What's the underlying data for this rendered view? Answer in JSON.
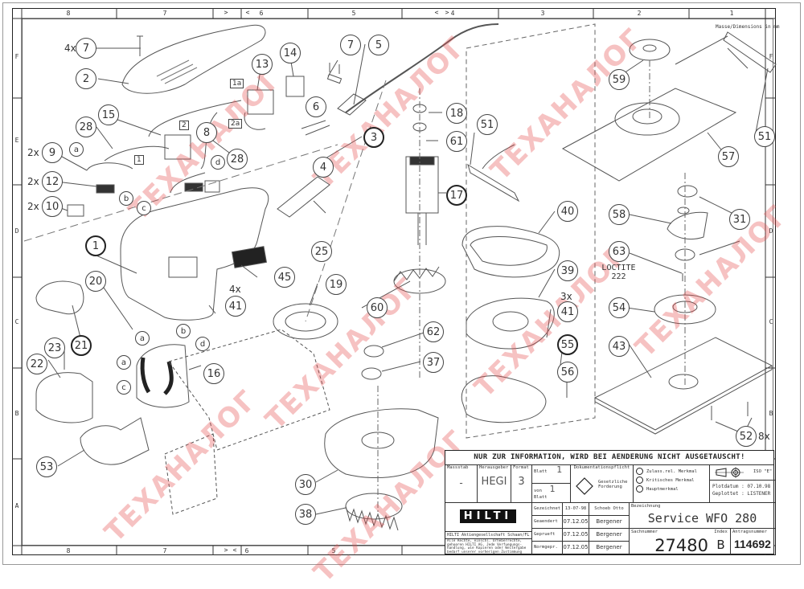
{
  "drawing": {
    "title": "Service WFO 280",
    "units_note": "Masse/Dimensions in mm",
    "notes": [
      "LOCTITE",
      "222"
    ]
  },
  "zones": {
    "columns": [
      "8",
      "7",
      "6",
      "5",
      "4",
      "3",
      "2",
      "1"
    ],
    "rows": [
      "F",
      "E",
      "D",
      "C",
      "B",
      "A"
    ],
    "markers": {
      "left": ">",
      "right": "<"
    }
  },
  "callouts": [
    {
      "id": "7",
      "qty": "4x"
    },
    {
      "id": "2"
    },
    {
      "id": "15"
    },
    {
      "id": "28"
    },
    {
      "id": "9",
      "qty": "2x"
    },
    {
      "id": "12",
      "qty": "2x"
    },
    {
      "id": "10",
      "qty": "2x"
    },
    {
      "id": "8"
    },
    {
      "id": "13"
    },
    {
      "id": "14"
    },
    {
      "id": "7b"
    },
    {
      "id": "6"
    },
    {
      "id": "5"
    },
    {
      "id": "3"
    },
    {
      "id": "4"
    },
    {
      "id": "28b"
    },
    {
      "id": "18"
    },
    {
      "id": "61"
    },
    {
      "id": "17"
    },
    {
      "id": "51"
    },
    {
      "id": "59"
    },
    {
      "id": "57"
    },
    {
      "id": "51b"
    },
    {
      "id": "1"
    },
    {
      "id": "20"
    },
    {
      "id": "21"
    },
    {
      "id": "23"
    },
    {
      "id": "22"
    },
    {
      "id": "16"
    },
    {
      "id": "41",
      "qty": "4x"
    },
    {
      "id": "45"
    },
    {
      "id": "25"
    },
    {
      "id": "19"
    },
    {
      "id": "60"
    },
    {
      "id": "62"
    },
    {
      "id": "37"
    },
    {
      "id": "40"
    },
    {
      "id": "39"
    },
    {
      "id": "41b",
      "qty": "3x"
    },
    {
      "id": "55"
    },
    {
      "id": "56"
    },
    {
      "id": "58"
    },
    {
      "id": "31"
    },
    {
      "id": "63"
    },
    {
      "id": "54"
    },
    {
      "id": "43"
    },
    {
      "id": "52",
      "qty": "8x"
    },
    {
      "id": "53"
    },
    {
      "id": "30"
    },
    {
      "id": "38"
    }
  ],
  "labels": {
    "c7": "7",
    "c2": "2",
    "c15": "15",
    "c28": "28",
    "c9": "9",
    "c12": "12",
    "c10": "10",
    "c8": "8",
    "c13": "13",
    "c14": "14",
    "c7b": "7",
    "c6": "6",
    "c5": "5",
    "c3": "3",
    "c4": "4",
    "c28b": "28",
    "c18": "18",
    "c61": "61",
    "c17": "17",
    "c51": "51",
    "c59": "59",
    "c57": "57",
    "c51b": "51",
    "c1": "1",
    "c20": "20",
    "c21": "21",
    "c23": "23",
    "c22": "22",
    "c16": "16",
    "c41": "41",
    "c45": "45",
    "c25": "25",
    "c19": "19",
    "c60": "60",
    "c62": "62",
    "c37": "37",
    "c40": "40",
    "c39": "39",
    "c41b": "41",
    "c55": "55",
    "c56": "56",
    "c58": "58",
    "c31": "31",
    "c63": "63",
    "c54": "54",
    "c43": "43",
    "c52": "52",
    "c53": "53",
    "c30": "30",
    "c38": "38",
    "q4x": "4x",
    "q2x": "2x",
    "q3x": "3x",
    "q8x": "8x",
    "wa": "a",
    "wb": "b",
    "wc": "c",
    "wd": "d",
    "box1": "1",
    "box2": "2",
    "box1a": "1a",
    "box2a": "2a"
  },
  "title_block": {
    "notice": "NUR ZUR INFORMATION, WIRD BEI AENDERUNG NICHT AUSGETAUSCHT!",
    "massstab_label": "Massstab",
    "massstab_value": "-",
    "herausgeber_label": "Herausgeber",
    "herausgeber_value": "HEGI",
    "format_label": "Format",
    "format_value": "3",
    "blatt_label": "Blatt",
    "blatt_value": "1",
    "von_label": "von",
    "von_value": "1",
    "blatt2_label": "Blatt",
    "doku_label": "Dokumentationspflicht",
    "doku_value": "Gesetzliche Forderung",
    "merkmal": [
      "Zulass.rel. Merkmal",
      "Kritisches Merkmal",
      "Hauptmerkmal"
    ],
    "iso": "ISO \"E\"",
    "plotdatum_label": "Plotdatum",
    "plotdatum_value": "07.10.98",
    "geplottet_label": "Geplottet",
    "geplottet_value": "LISTENER",
    "brand": "HILTI",
    "company": "HILTI Aktiengesellschaft Schaan/FL",
    "rights": "Alle Rechte, einschl. Urheberrechte, gehoeren HILTI AG. Jede Verfuegungs-handlung, wie Kopieren oder Weitergabe bedarf unserer vorherigen Zustimmung",
    "rows": [
      {
        "label": "Gezeichnet",
        "date": "13-07-98",
        "name": "Schoeb Otto"
      },
      {
        "label": "Geaendert",
        "date": "07.12.05",
        "name": "Bergener"
      },
      {
        "label": "Geprueft",
        "date": "07.12.05",
        "name": "Bergener"
      },
      {
        "label": "Normgepr.",
        "date": "07.12.05",
        "name": "Bergener"
      }
    ],
    "bezeichnung_label": "Bezeichnung",
    "bezeichnung_value": "Service WFO 280",
    "sachnummer_label": "Sachnummer",
    "sachnummer_value": "27480",
    "index_label": "Index",
    "index_value": "B",
    "antrag_label": "Antragsnummer",
    "antrag_value": "114692"
  },
  "watermark": {
    "text": "ТЕХАНАЛОГ",
    "color": "#e65050"
  }
}
